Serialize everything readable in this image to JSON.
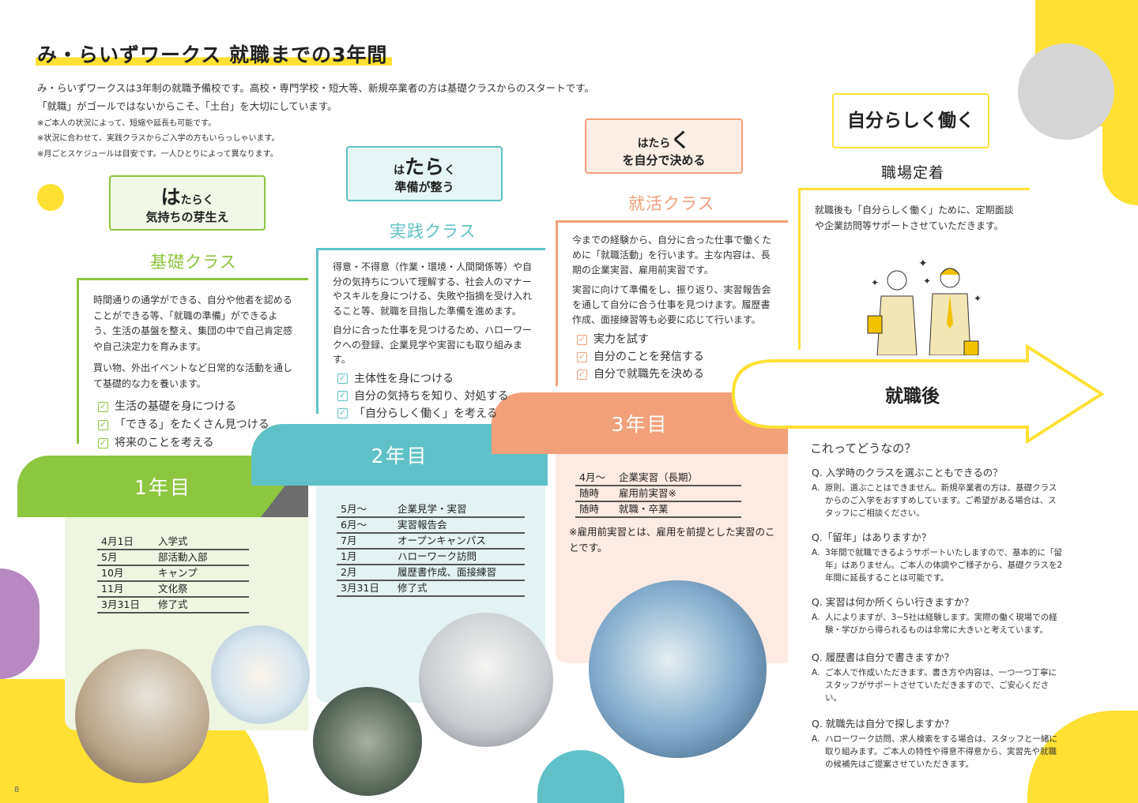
{
  "header": {
    "title": "み・らいずワークス 就職までの3年間",
    "intro": [
      "み・らいずワークスは3年制の就職予備校です。高校・専門学校・短大等、新規卒業者の方は基礎クラスからのスタートです。",
      "「就職」がゴールではないからこそ、「土台」を大切にしています。"
    ],
    "notes": [
      "※ご本人の状況によって、短縮や延長も可能です。",
      "※状況に合わせて、実践クラスからご入学の方もいらっしゃいます。",
      "※月ごとスケジュールは目安です。一人ひとりによって異なります。"
    ]
  },
  "colors": {
    "green": "#8dc63f",
    "teal": "#5fc1c7",
    "orange": "#f2a079",
    "yellow": "#ffe033"
  },
  "stages": [
    {
      "bubble_big": "は",
      "bubble_small": "たらく",
      "bubble_sub": "気持ちの芽生え",
      "class_name": "基礎クラス",
      "paragraphs": [
        "時間通りの通学ができる、自分や他者を認めることができる等、「就職の準備」ができるよう、生活の基盤を整え、集団の中で自己肯定感や自己決定力を育みます。",
        "買い物、外出イベントなど日常的な活動を通して基礎的な力を養います。"
      ],
      "checks": [
        "生活の基礎を身につける",
        "「できる」をたくさん見つける",
        "将来のことを考える"
      ],
      "year": "1年目",
      "schedule": [
        [
          "4月1日",
          "入学式"
        ],
        [
          "5月",
          "部活動入部"
        ],
        [
          "10月",
          "キャンプ"
        ],
        [
          "11月",
          "文化祭"
        ],
        [
          "3月31日",
          "修了式"
        ]
      ]
    },
    {
      "bubble_pre": "は",
      "bubble_big": "たら",
      "bubble_small": "く",
      "bubble_sub": "準備が整う",
      "class_name": "実践クラス",
      "paragraphs": [
        "得意・不得意（作業・環境・人間関係等）や自分の気持ちについて理解する、社会人のマナーやスキルを身につける、失敗や指摘を受け入れること等、就職を目指した準備を進めます。",
        "自分に合った仕事を見つけるため、ハローワークへの登録、企業見学や実習にも取り組みます。"
      ],
      "checks": [
        "主体性を身につける",
        "自分の気持ちを知り、対処する",
        "「自分らしく働く」を考える"
      ],
      "year": "2年目",
      "schedule": [
        [
          "5月～",
          "企業見学・実習"
        ],
        [
          "6月～",
          "実習報告会"
        ],
        [
          "7月",
          "オープンキャンパス"
        ],
        [
          "1月",
          "ハローワーク訪問"
        ],
        [
          "2月",
          "履歴書作成、面接練習"
        ],
        [
          "3月31日",
          "修了式"
        ]
      ]
    },
    {
      "bubble_small": "はたら",
      "bubble_big": "く",
      "bubble_sub": "を自分で決める",
      "class_name": "就活クラス",
      "paragraphs": [
        "今までの経験から、自分に合った仕事で働くために「就職活動」を行います。主な内容は、長期の企業実習、雇用前実習です。",
        "実習に向けて準備をし、振り返り、実習報告会を通して自分に合う仕事を見つけます。履歴書作成、面接練習等も必要に応じて行います。"
      ],
      "checks": [
        "実力を試す",
        "自分のことを発信する",
        "自分で就職先を決める"
      ],
      "year": "3年目",
      "schedule": [
        [
          "4月～",
          "企業実習（長期）"
        ],
        [
          "随時",
          "雇用前実習※"
        ],
        [
          "随時",
          "就職・卒業"
        ]
      ],
      "footnote": "※雇用前実習とは、雇用を前提とした実習のことです。"
    }
  ],
  "after": {
    "bubble": "自分らしく働く",
    "class_name": "職場定着",
    "paragraph": "就職後も「自分らしく働く」ために、定期面談や企業訪問等サポートさせていただきます。",
    "arrow_label": "就職後"
  },
  "faq": {
    "heading": "これってどうなの？",
    "items": [
      {
        "q": "Q. 入学時のクラスを選ぶこともできるの？",
        "a": "原則、選ぶことはできません。新規卒業者の方は、基礎クラスからのご入学をおすすめしています。ご希望がある場合は、スタッフにご相談ください。"
      },
      {
        "q": "Q.「留年」はありますか？",
        "a": "3年間で就職できるようサポートいたしますので、基本的に「留年」はありません。ご本人の体調やご様子から、基礎クラスを2年間に延長することは可能です。"
      },
      {
        "q": "Q. 実習は何か所くらい行きますか？",
        "a": "人によりますが、3~5社は経験します。実際の働く現場での経験・学びから得られるものは非常に大きいと考えています。"
      },
      {
        "q": "Q. 履歴書は自分で書きますか？",
        "a": "ご本人で作成いただきます。書き方や内容は、一つ一つ丁寧にスタッフがサポートさせていただきますので、ご安心ください。"
      },
      {
        "q": "Q. 就職先は自分で探しますか？",
        "a": "ハローワーク訪問、求人検索をする場合は、スタッフと一緒に取り組みます。ご本人の特性や得意不得意から、実習先や就職の候補先はご提案させていただきます。"
      }
    ],
    "a_prefix": "A."
  },
  "page_number": "8"
}
